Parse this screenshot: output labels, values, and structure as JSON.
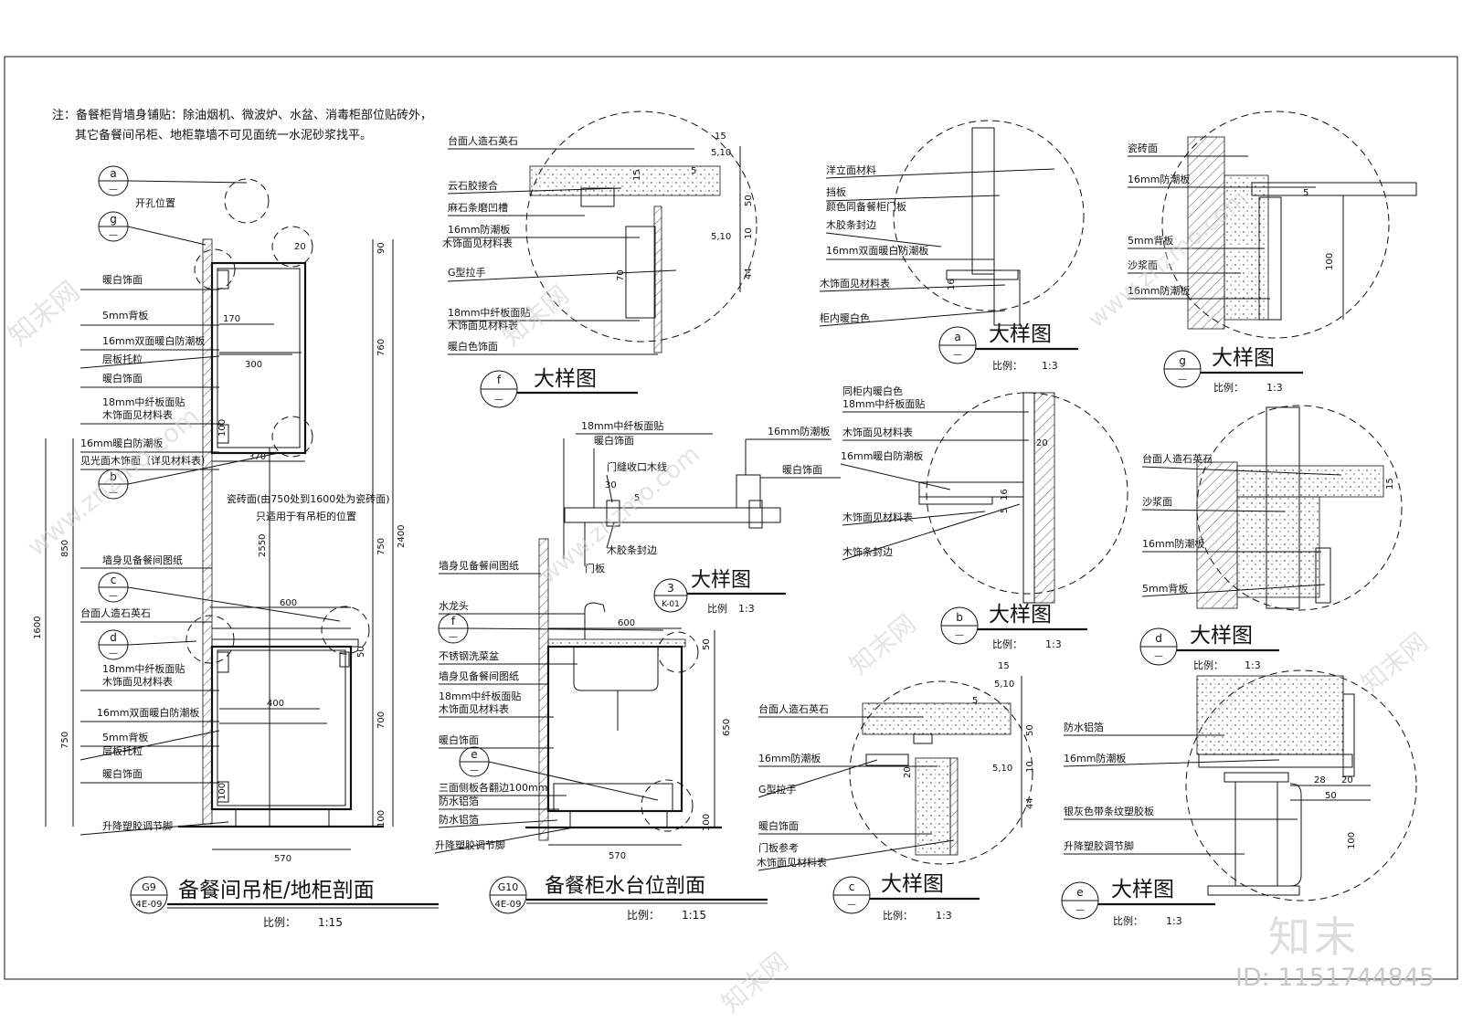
{
  "note": {
    "line1": "注：备餐柜背墙身铺贴：除油烟机、微波炉、水盆、消毒柜部位贴砖外，",
    "line2": "其它备餐间吊柜、地柜靠墙不可见面统一水泥砂浆找平。"
  },
  "sections": [
    {
      "id": "G9",
      "sheet": "4E-09",
      "title": "备餐间吊柜/地柜剖面",
      "scale_label": "比例：",
      "scale": "1:15"
    },
    {
      "id": "G10",
      "sheet": "4E-09",
      "title": "备餐柜水台位剖面",
      "scale_label": "比例：",
      "scale": "1:15"
    }
  ],
  "details": [
    {
      "id": "f",
      "sheet": "—",
      "title": "大样图"
    },
    {
      "id": "a",
      "sheet": "—",
      "title": "大样图",
      "scale_label": "比例：",
      "scale": "1:3"
    },
    {
      "id": "g",
      "sheet": "—",
      "title": "大样图",
      "scale_label": "比例：",
      "scale": "1:3"
    },
    {
      "id": "3",
      "sheet": "K-01",
      "title": "大样图",
      "scale_label": "比例",
      "scale": "1:3"
    },
    {
      "id": "b",
      "sheet": "—",
      "title": "大样图",
      "scale_label": "比例：",
      "scale": "1:3"
    },
    {
      "id": "d",
      "sheet": "—",
      "title": "大样图",
      "scale_label": "比例：",
      "scale": "1:3"
    },
    {
      "id": "c",
      "sheet": "—",
      "title": "大样图",
      "scale_label": "比例：",
      "scale": "1:3"
    },
    {
      "id": "e",
      "sheet": "—",
      "title": "大样图",
      "scale_label": "比例：",
      "scale": "1:3"
    }
  ],
  "g9": {
    "bubbles": [
      "a",
      "g",
      "b",
      "c",
      "d"
    ],
    "labels": [
      "开孔位置",
      "暖白饰面",
      "5mm背板",
      "16mm双面暖白防潮板",
      "层板托粒",
      "暖白饰面",
      "18mm中纤板面贴",
      "木饰面见材料表",
      "16mm暖白防潮板",
      "见光面木饰面（详见材料表）",
      "瓷砖面(由750处到1600处为瓷砖面)",
      "只适用于有吊柜的位置",
      "墙身见备餐间图纸",
      "台面人造石英石",
      "18mm中纤板面贴",
      "木饰面见材料表",
      "16mm双面暖白防潮板",
      "5mm背板",
      "层板托粒",
      "暖白饰面",
      "升降塑胶调节脚"
    ],
    "dims": [
      "20",
      "90",
      "760",
      "170",
      "300",
      "100",
      "370",
      "2550",
      "2400",
      "850",
      "1600",
      "750",
      "600",
      "50",
      "400",
      "700",
      "750",
      "100",
      "100",
      "570"
    ]
  },
  "g10": {
    "bubbles": [
      "f",
      "e"
    ],
    "labels": [
      "墙身见备餐间图纸",
      "水龙头",
      "不锈钢洗菜盆",
      "墙身见备餐间图纸",
      "18mm中纤板面贴",
      "木饰面见材料表",
      "暖白饰面",
      "三面侧板各翻边100mm",
      "防水铝箔",
      "防水铝箔",
      "升降塑胶调节脚"
    ],
    "dims": [
      "600",
      "50",
      "650",
      "100",
      "570"
    ]
  },
  "detail_f": {
    "labels": [
      "台面人造石英石",
      "云石胶接合",
      "麻石条磨凹槽",
      "16mm防潮板",
      "木饰面见材料表",
      "G型拉手",
      "18mm中纤板面贴",
      "木饰面见材料表",
      "暖白色饰面"
    ],
    "dims": [
      "15",
      "5,10",
      "5",
      "15",
      "50",
      "5,10",
      "10",
      "44",
      "70"
    ]
  },
  "detail_a": {
    "labels": [
      "洋立面材料",
      "挡板",
      "颜色同备餐柜门板",
      "木胶条封边",
      "16mm双面暖白防潮板",
      "木饰面见材料表",
      "柜内暖白色"
    ],
    "dims": [
      "16"
    ]
  },
  "detail_g": {
    "labels": [
      "瓷砖面",
      "16mm防潮板",
      "5mm背板",
      "沙浆面",
      "16mm防潮板"
    ],
    "dims": [
      "5",
      "100"
    ]
  },
  "detail_3": {
    "labels": [
      "18mm中纤板面贴",
      "暖白饰面",
      "门缝收口木线",
      "木胶条封边",
      "门板",
      "16mm防潮板",
      "暖白饰面"
    ],
    "dims": [
      "30",
      "5"
    ]
  },
  "detail_b": {
    "labels": [
      "同柜内暖白色",
      "18mm中纤板面贴",
      "木饰面见材料表",
      "16mm暖白防潮板",
      "木饰面见材料表",
      "木饰条封边"
    ],
    "dims": [
      "20",
      "16",
      "5"
    ]
  },
  "detail_d": {
    "labels": [
      "台面人造石英石",
      "沙浆面",
      "16mm防潮板",
      "5mm背板"
    ],
    "dims": [
      "15"
    ]
  },
  "detail_c": {
    "labels": [
      "台面人造石英石",
      "16mm防潮板",
      "G型拉手",
      "暖白饰面",
      "门板参考",
      "木饰面见材料表"
    ],
    "dims": [
      "15",
      "5,10",
      "5",
      "50",
      "20",
      "5,10",
      "10",
      "44"
    ]
  },
  "detail_e": {
    "labels": [
      "防水铝箔",
      "16mm防潮板",
      "银灰色带条纹塑胶板",
      "升降塑胶调节脚"
    ],
    "dims": [
      "28",
      "20",
      "50",
      "100"
    ]
  },
  "watermark": {
    "brand": "知末",
    "id": "ID: 1151744845",
    "site": "www.znzmo.com",
    "cn": "知末网"
  }
}
